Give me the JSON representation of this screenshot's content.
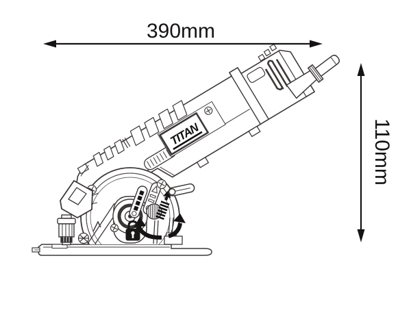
{
  "diagram": {
    "brand_label": "TITAN",
    "width_dimension": "390mm",
    "height_dimension": "110mm",
    "colors": {
      "line": "#3c3838",
      "ink": "#151313",
      "background": "#ffffff"
    },
    "icons": {
      "padlock": "lock-closed",
      "ccw_rotation_arrow": "curved-arrow-ccw",
      "cw_rotation_arrow": "curved-arrow-cw",
      "depth_scale_arrow": "triangle-up",
      "width_dimension_arrow": "double-headed-horizontal-arrow",
      "height_dimension_arrow": "double-headed-vertical-arrow",
      "screws": "phillips-screw-head"
    }
  }
}
